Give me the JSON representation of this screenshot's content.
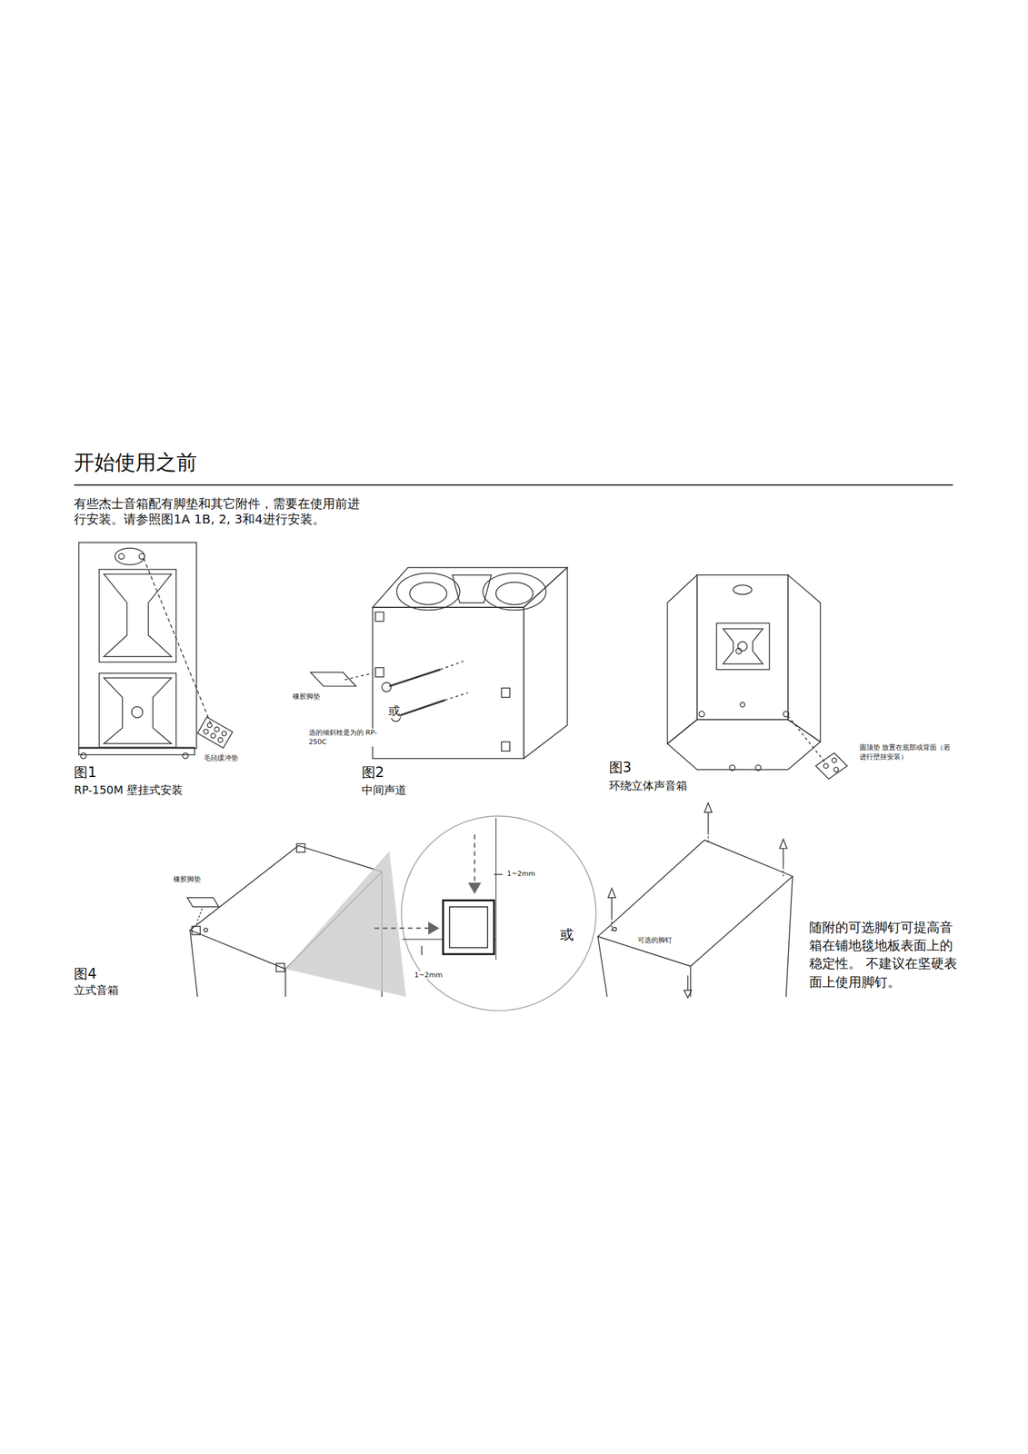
{
  "diagram": {
    "title": "开始使用之前",
    "labels": [
      "有些杰士音箱配有脚垫和其它附件，需要在使用前进行安装。请参照图1A 1B, 2, 3和4进行安装。",
      "毛毡缓冲垫",
      "图1",
      "RP-150M 壁挂式安装",
      "橡胶脚垫",
      "或",
      "选的倾斜栓是为的 RP-250C",
      "图2",
      "中间声道",
      "圆顶垫 放置在底部或背面（若进行壁挂安装）",
      "图3",
      "环绕立体声音箱",
      "橡胶脚垫",
      "1~2mm",
      "1~2mm",
      "或",
      "可选的脚钉",
      "随附的可选脚钉可提高音箱在铺地毯地板表面上的稳定性。 不建议在坚硬表面上使用脚钉。",
      "图4",
      "立式音箱"
    ]
  }
}
